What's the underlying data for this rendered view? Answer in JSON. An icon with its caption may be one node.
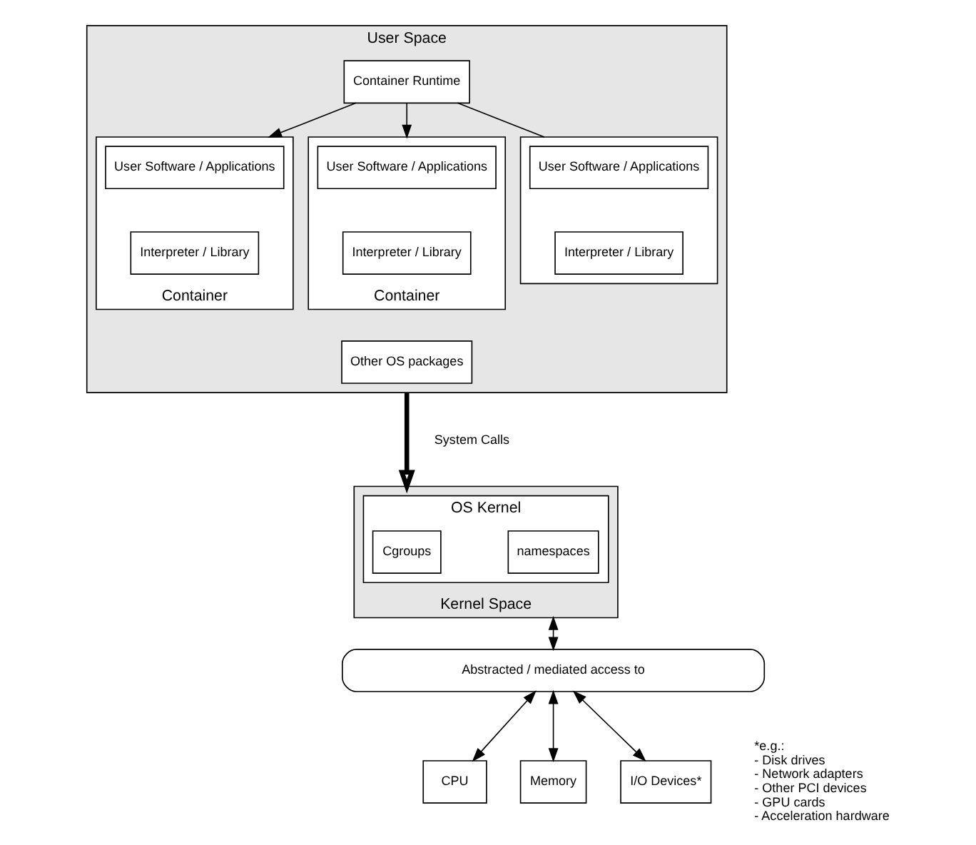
{
  "diagram": {
    "nodes": [
      {
        "text": [
          "User Space"
        ]
      },
      {
        "text": [
          "Container Runtime"
        ],
        "in": 0
      },
      {
        "text": [
          "Container"
        ],
        "in": 0
      },
      {
        "text": [
          "User Software / Applications"
        ],
        "in": 2
      },
      {
        "text": [
          "Interpreter / Library"
        ],
        "in": 2
      },
      {
        "text": [
          "Container"
        ],
        "in": 0
      },
      {
        "text": [
          "User Software / Applications"
        ],
        "in": 5
      },
      {
        "text": [
          "Interpreter / Library"
        ],
        "in": 5
      },
      {
        "text": [],
        "shape": "box",
        "in": 0
      },
      {
        "text": [
          "User Software / Applications"
        ],
        "in": 8
      },
      {
        "text": [
          "Interpreter / Library"
        ],
        "in": 8
      },
      {
        "text": [
          "Other OS packages"
        ],
        "in": 0
      },
      {
        "text": [
          "Kernel Space"
        ]
      },
      {
        "text": [
          "OS Kernel"
        ],
        "in": 12
      },
      {
        "text": [
          "Cgroups"
        ],
        "in": 13
      },
      {
        "text": [
          "namespaces"
        ],
        "in": 13
      },
      {
        "text": [
          "Abstracted / mediated access to"
        ]
      },
      {
        "text": [
          "CPU"
        ]
      },
      {
        "text": [
          "Memory"
        ]
      },
      {
        "text": [
          "I/O Devices*"
        ]
      }
    ],
    "edges": [
      {
        "from": 1,
        "to": 2,
        "arrow": "to"
      },
      {
        "from": 1,
        "to": 5,
        "arrow": "to"
      },
      {
        "from": 1,
        "to": 8,
        "arrow": "none"
      },
      {
        "from": 0,
        "to": 12,
        "arrow": "to",
        "label": "System Calls",
        "style": "thick"
      },
      {
        "from": 12,
        "to": 16,
        "arrow": "both"
      },
      {
        "from": 16,
        "to": 17,
        "arrow": "both"
      },
      {
        "from": 16,
        "to": 18,
        "arrow": "both"
      },
      {
        "from": 16,
        "to": 19,
        "arrow": "both"
      }
    ],
    "labels": [
      "*e.g.:",
      "- Disk drives",
      "- Network adapters",
      "- Other PCI devices",
      "- GPU cards",
      "- Acceleration hardware"
    ]
  }
}
